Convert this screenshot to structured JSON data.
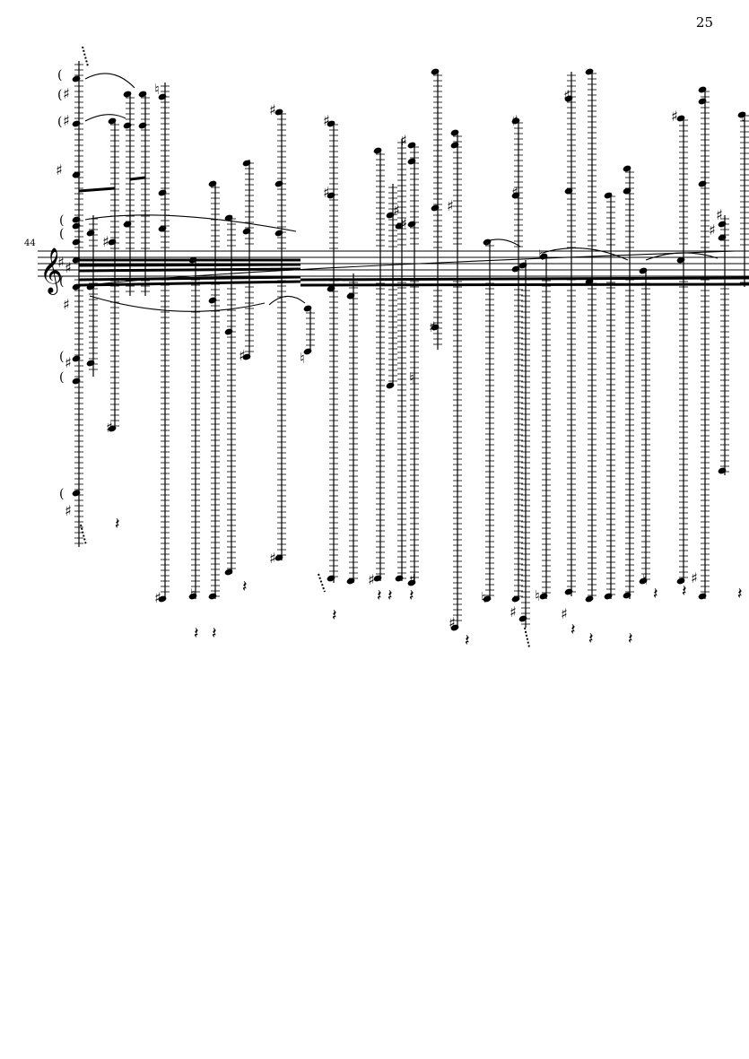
{
  "page": {
    "page_number": "25",
    "measure_number": "44"
  },
  "score": {
    "instrument_staff_count": 1,
    "clef": "treble-clef",
    "key_signature": "sharps",
    "notation_style": "dense graphic chord clusters with many ledger lines, beams, ties, accidentals and rests",
    "colors": {
      "ink": "#000000",
      "paper": "#ffffff"
    }
  }
}
